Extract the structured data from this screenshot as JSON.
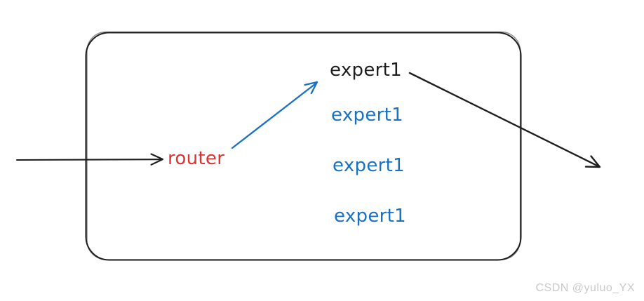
{
  "diagram": {
    "router_label": "router",
    "experts": [
      {
        "label": "expert1",
        "color": "#1e1e1e"
      },
      {
        "label": "expert1",
        "color": "#1971c2"
      },
      {
        "label": "expert1",
        "color": "#1971c2"
      },
      {
        "label": "expert1",
        "color": "#1971c2"
      }
    ]
  },
  "colors": {
    "ink": "#1e1e1e",
    "red": "#e03131",
    "blue": "#1971c2",
    "watermark-gray": "#c9c9c9"
  },
  "watermark": "CSDN @yuluo_YX"
}
